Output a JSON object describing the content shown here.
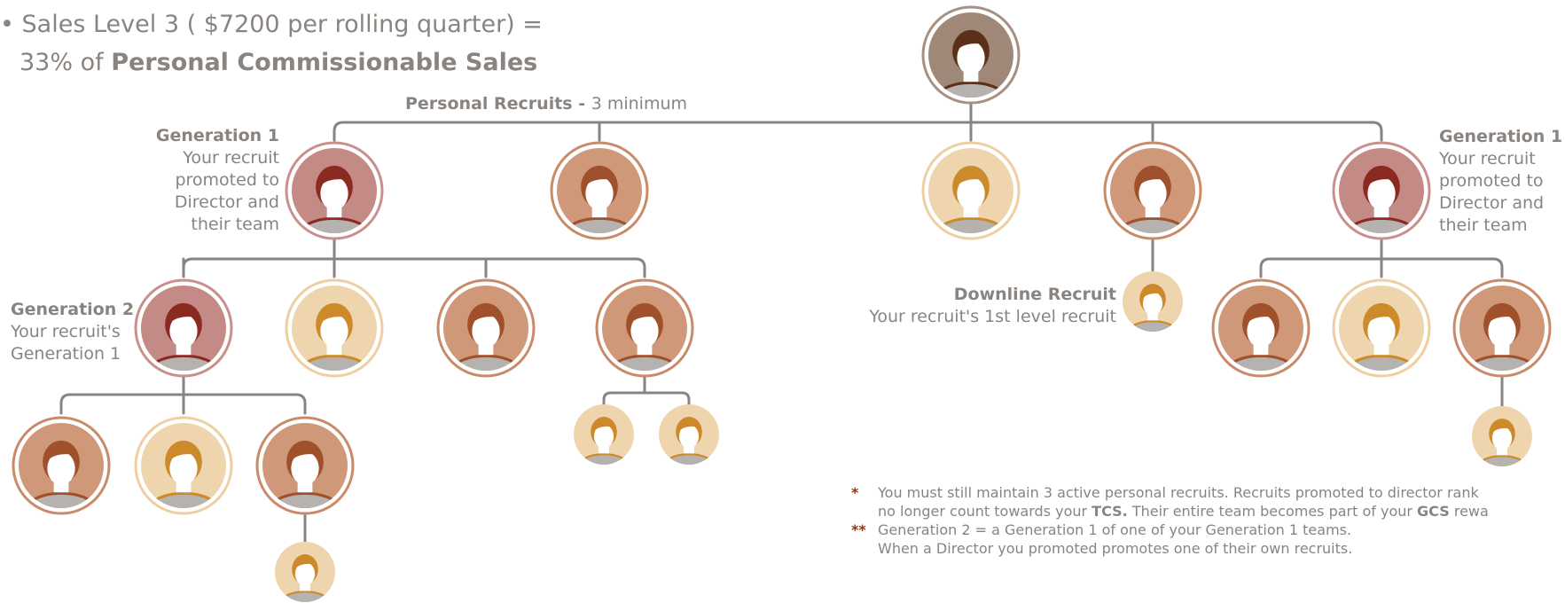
{
  "headline": {
    "bullet": "•",
    "line1": "Sales Level 3 ( $7200 per rolling quarter) =",
    "line2_prefix": "33% of ",
    "line2_bold": "Personal Commissionable Sales"
  },
  "personal_recruits": {
    "bold": "Personal Recruits - ",
    "rest": "3 minimum"
  },
  "gen1_left": {
    "title": "Generation 1",
    "lines": [
      "Your recruit",
      "promoted to",
      "Director and",
      "their team"
    ]
  },
  "gen1_right": {
    "title": "Generation 1",
    "lines": [
      "Your recruit",
      "promoted to",
      "Director and",
      "their team"
    ]
  },
  "gen2": {
    "title": "Generation 2",
    "lines": [
      "Your recruit's",
      "Generation 1"
    ]
  },
  "downline": {
    "title": "Downline Recruit",
    "subtitle": "Your recruit's 1st level recruit"
  },
  "notes": [
    {
      "marker": "*",
      "text_parts": [
        "You must still maintain 3 active personal recruits. Recruits promoted to director rank",
        "no longer count towards your ",
        "TCS.",
        " Their entire team becomes part of your ",
        "GCS",
        " rewa"
      ]
    },
    {
      "marker": "**",
      "line1": "Generation 2 = a Generation 1 of one of your Generation 1 teams.",
      "line2": "When a Director you promoted promotes one of their own recruits."
    }
  ],
  "colors": {
    "line": "#8a8480",
    "director_ring": "#c98f8a",
    "director_bg": "#c48a85",
    "director_hair": "#8b2a20",
    "brown_ring": "#c98a6a",
    "brown_bg": "#cf9878",
    "brown_hair": "#a0502a",
    "light_ring": "#edcfa3",
    "light_bg": "#efd5ad",
    "light_hair": "#cc8a2a",
    "body": "#b5b2b0",
    "top_bg": "#a08878",
    "top_hair": "#5a3018"
  }
}
